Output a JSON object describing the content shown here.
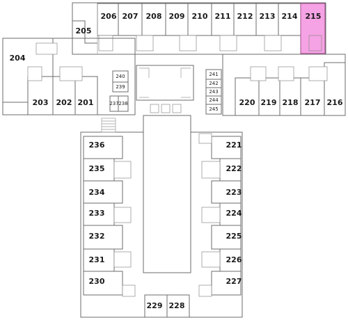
{
  "highlight_color": "#f5a3e4",
  "highlighted_room": "215",
  "rooms": {
    "r201": "201",
    "r202": "202",
    "r203": "203",
    "r204": "204",
    "r205": "205",
    "r206": "206",
    "r207": "207",
    "r208": "208",
    "r209": "209",
    "r210": "210",
    "r211": "211",
    "r212": "212",
    "r213": "213",
    "r214": "214",
    "r215": "215",
    "r216": "216",
    "r217": "217",
    "r218": "218",
    "r219": "219",
    "r220": "220",
    "r221": "221",
    "r222": "222",
    "r223": "223",
    "r224": "224",
    "r225": "225",
    "r226": "226",
    "r227": "227",
    "r228": "228",
    "r229": "229",
    "r230": "230",
    "r231": "231",
    "r232": "232",
    "r233": "233",
    "r234": "234",
    "r235": "235",
    "r236": "236",
    "r237": "237",
    "r238": "238",
    "r239": "239",
    "r240": "240",
    "r241": "241",
    "r242": "242",
    "r243": "243",
    "r244": "244",
    "r245": "245"
  }
}
